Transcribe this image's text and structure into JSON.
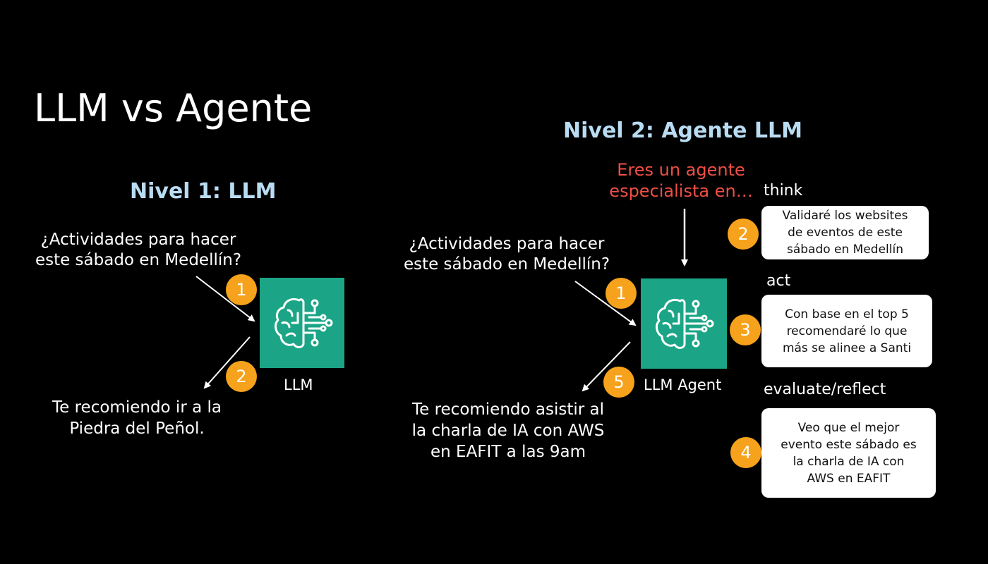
{
  "title": "LLM vs Agente",
  "level1": {
    "heading": "Nivel 1: LLM",
    "question_line1": "¿Actividades para hacer",
    "question_line2": "este sábado en Medellín?",
    "badge_in": "1",
    "badge_out": "2",
    "label": "LLM",
    "answer_line1": "Te recomiendo ir a la",
    "answer_line2": "Piedra del Peñol."
  },
  "level2": {
    "heading": "Nivel 2: Agente LLM",
    "system_line1": "Eres un agente",
    "system_line2": "especialista en…",
    "question_line1": "¿Actividades para hacer",
    "question_line2": "este sábado en Medellín?",
    "badge_in": "1",
    "badge_out": "5",
    "label": "LLM Agent",
    "answer_line1": "Te recomiendo asistir al",
    "answer_line2": "la charla de IA con AWS",
    "answer_line3": "en EAFIT a las 9am",
    "steps": [
      {
        "name": "think",
        "badge": "2",
        "lines": [
          "Validaré los websites",
          "de eventos de este",
          "sábado en Medellín"
        ]
      },
      {
        "name": "act",
        "badge": "3",
        "lines": [
          "Con base en el top 5",
          "recomendaré lo que",
          "más se alinee a Santi"
        ]
      },
      {
        "name": "evaluate/reflect",
        "badge": "4",
        "lines": [
          "Veo que el mejor",
          "evento este sábado es",
          "la charla de IA con",
          "AWS en EAFIT"
        ]
      }
    ]
  },
  "colors": {
    "background": "#000000",
    "heading": "#b9dcf2",
    "system_prompt": "#ef4f45",
    "icon_bg": "#1ba586",
    "badge": "#f6a21c"
  },
  "icons": {
    "model": "brain-circuit-icon"
  }
}
